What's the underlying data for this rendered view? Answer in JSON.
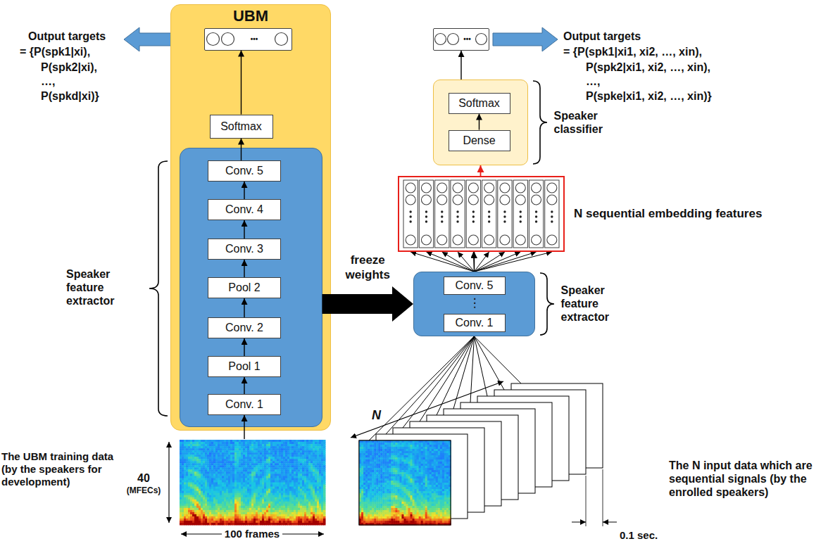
{
  "diagram": {
    "nodes": [
      {
        "text": [
          "UBM"
        ]
      },
      {
        "text": [
          "•••"
        ],
        "in": 0
      },
      {
        "text": [
          "Softmax"
        ],
        "in": 0
      },
      {
        "text": [
          "Speaker feature extractor"
        ],
        "in": 0
      },
      {
        "text": [
          "Conv. 5"
        ],
        "in": 3
      },
      {
        "text": [
          "Conv. 4"
        ],
        "in": 3
      },
      {
        "text": [
          "Conv. 3"
        ],
        "in": 3
      },
      {
        "text": [
          "Pool 2"
        ],
        "in": 3
      },
      {
        "text": [
          "Conv. 2"
        ],
        "in": 3
      },
      {
        "text": [
          "Pool 1"
        ],
        "in": 3
      },
      {
        "text": [
          "Conv. 1"
        ],
        "in": 3
      },
      {
        "text": [
          "•••"
        ]
      },
      {
        "text": [
          "Speaker classifier"
        ]
      },
      {
        "text": [
          "Softmax"
        ],
        "in": 12
      },
      {
        "text": [
          "Dense"
        ],
        "in": 12
      },
      {
        "text": [
          "N sequential embedding features"
        ]
      },
      {
        "text": [
          "Speaker feature extractor"
        ]
      },
      {
        "text": [
          "Conv. 5"
        ],
        "in": 16
      },
      {
        "text": [
          "Conv. 1"
        ],
        "in": 16
      }
    ],
    "edges": [
      {
        "from": 10,
        "to": 9,
        "arrow": "to"
      },
      {
        "from": 9,
        "to": 8,
        "arrow": "to"
      },
      {
        "from": 8,
        "to": 7,
        "arrow": "to"
      },
      {
        "from": 7,
        "to": 6,
        "arrow": "to"
      },
      {
        "from": 6,
        "to": 5,
        "arrow": "to"
      },
      {
        "from": 5,
        "to": 4,
        "arrow": "to"
      },
      {
        "from": 4,
        "to": 2,
        "arrow": "to"
      },
      {
        "from": 2,
        "to": 1,
        "arrow": "to"
      },
      {
        "from": 3,
        "to": 16,
        "label": "freeze weights",
        "arrow": "to"
      },
      {
        "from": 16,
        "to": 15,
        "arrow": "to"
      },
      {
        "from": 15,
        "to": 12,
        "arrow": "to"
      },
      {
        "from": 14,
        "to": 13,
        "arrow": "to"
      },
      {
        "from": 12,
        "to": 11,
        "arrow": "to"
      }
    ],
    "labels": [
      "Output targets",
      "= {P(spk1|xi),",
      "P(spk2|xi),",
      "…,",
      "P(spkd|xi)}",
      "Output targets",
      "= {P(spk1|xi1, xi2, …, xin),",
      "P(spk2|xi1, xi2, …, xin),",
      "…,",
      "P(spke|xi1, xi2, …, xin)}",
      "⋮",
      "The UBM training data (by the speakers for development)",
      "40",
      "(MFECs)",
      "100 frames",
      "N",
      "The N input data which are sequential signals (by the enrolled speakers)",
      "0.1 sec."
    ]
  }
}
